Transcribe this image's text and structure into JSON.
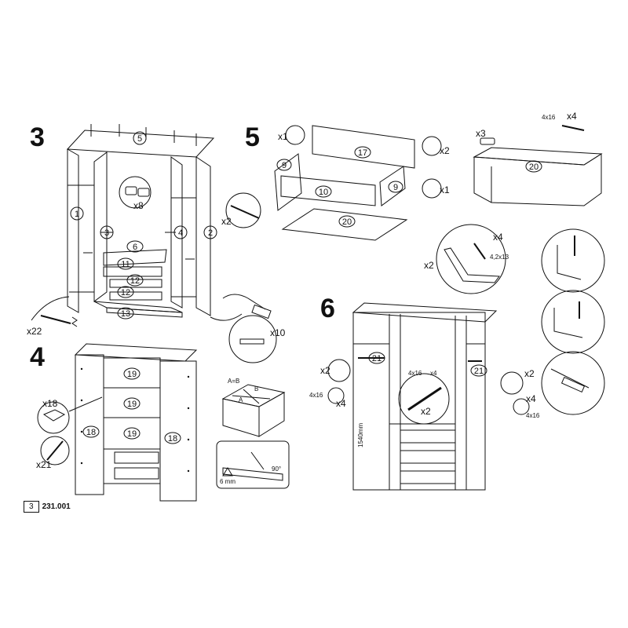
{
  "steps": {
    "s3": "3",
    "s4": "4",
    "s5": "5",
    "s6": "6"
  },
  "footer": {
    "page": "3",
    "code": "231.001"
  },
  "step3": {
    "parts": [
      "5",
      "1",
      "2",
      "3",
      "4",
      "6",
      "11",
      "12",
      "12",
      "13"
    ],
    "hardware": {
      "dowels": "x8",
      "cams": "x22",
      "tap": "x10"
    }
  },
  "step4": {
    "parts": [
      "19",
      "19",
      "19",
      "18",
      "18"
    ],
    "hardware": {
      "clips": "x18",
      "nails": "x21"
    },
    "check": "A=B",
    "labels": {
      "a": "A",
      "b": "B"
    },
    "warn": {
      "left": "6 mm",
      "right": "90°"
    }
  },
  "step5": {
    "parts": [
      "17",
      "9",
      "9",
      "10",
      "20"
    ],
    "hardware": {
      "h1": "x1",
      "h2": "x2",
      "h3": "x1",
      "h4": "x2"
    }
  },
  "step5b": {
    "parts": [
      "20"
    ],
    "hardware": {
      "a": "x3",
      "b": "4x16",
      "c": "x4"
    }
  },
  "step6": {
    "rail_callout": {
      "qty": "x2",
      "screw_qty": "x4",
      "screw_size": "4,2x13"
    },
    "parts": [
      "21",
      "21"
    ],
    "left": {
      "bracket": "x2",
      "screw": "4x16",
      "screw_qty": "x4"
    },
    "right": {
      "bracket": "x2",
      "screw": "4x16",
      "screw_qty": "x4"
    },
    "center": {
      "screw": "4x16",
      "screw_qty": "x4",
      "rod": "x2"
    },
    "height": "1540mm"
  }
}
